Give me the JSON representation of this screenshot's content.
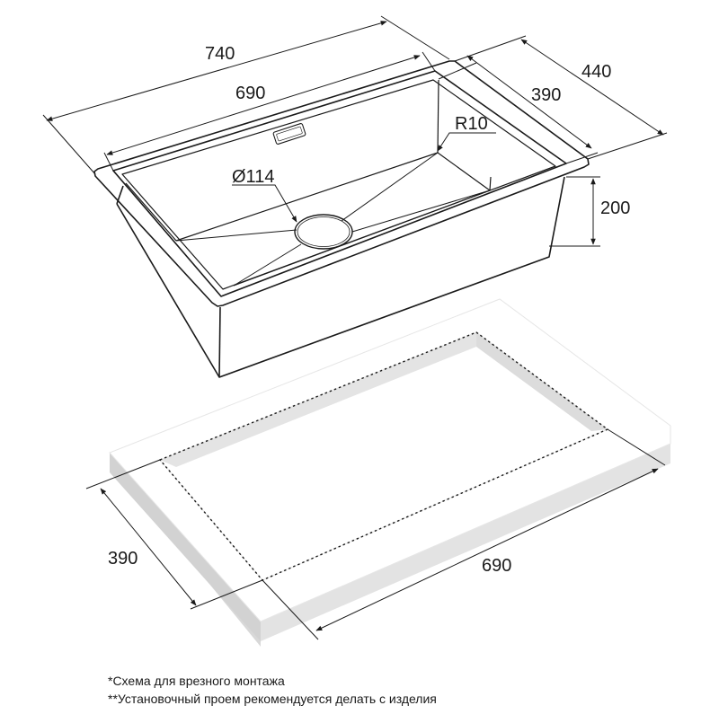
{
  "dimensions": {
    "overall_width": "740",
    "bowl_width": "690",
    "overall_depth": "440",
    "bowl_depth": "390",
    "height": "200",
    "drain_diameter": "Ø114",
    "corner_radius": "R10",
    "cutout_depth": "390",
    "cutout_width": "690"
  },
  "notes": [
    "*Схема для врезного монтажа",
    "**Установочный проем рекомендуется делать с изделия"
  ],
  "colors": {
    "line": "#1a1a1a",
    "countertop_top": "#ffffff",
    "countertop_side": "#e3e3e3",
    "countertop_edge": "#d2d2d2"
  }
}
